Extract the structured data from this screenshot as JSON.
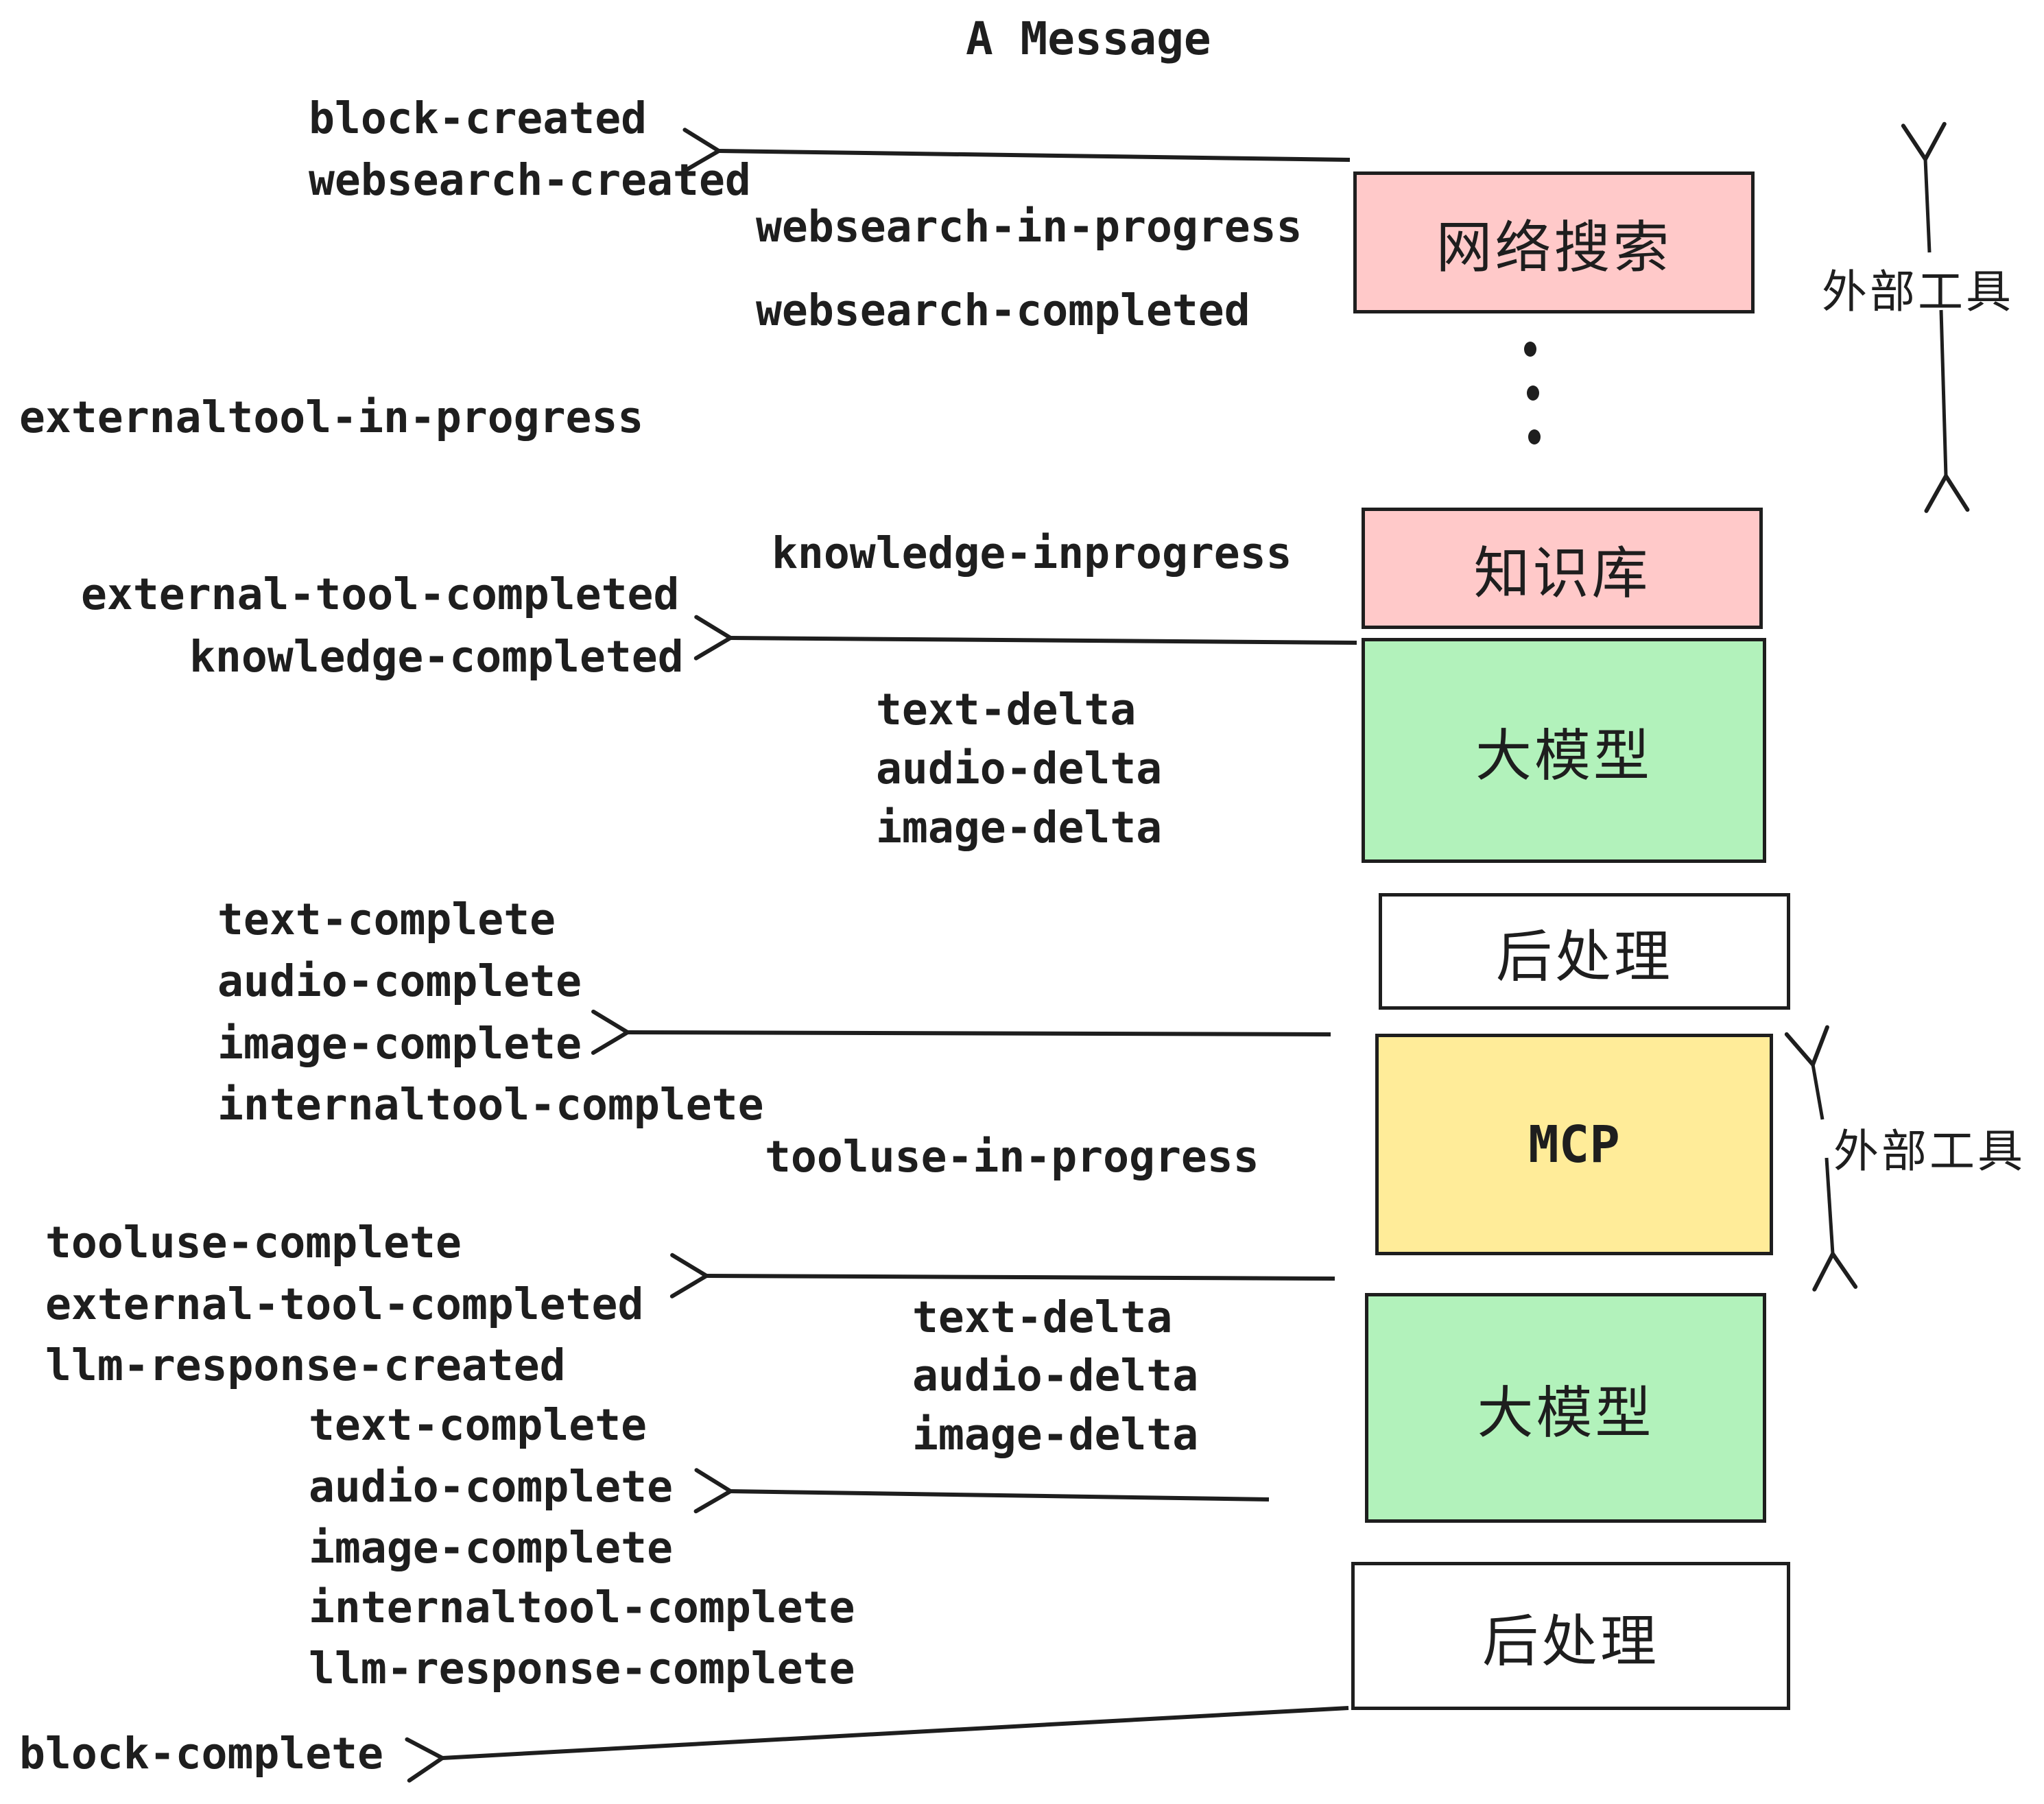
{
  "title": "A Message",
  "colors": {
    "pink": "#ffc9c9",
    "green": "#b2f2bb",
    "yellow": "#ffec99",
    "white": "#ffffff",
    "stroke": "#1e1e1e"
  },
  "boxes": {
    "websearch": "网络搜索",
    "knowledge": "知识库",
    "llm": "大模型",
    "postprocess": "后处理",
    "mcp": "MCP"
  },
  "side": {
    "external_tools": "外部工具"
  },
  "events": {
    "block_created": "block-created",
    "websearch_created": "websearch-created",
    "websearch_in_progress": "websearch-in-progress",
    "websearch_completed": "websearch-completed",
    "externaltool_in_progress": "externaltool-in-progress",
    "knowledge_inprogress": "knowledge-inprogress",
    "external_tool_completed": "external-tool-completed",
    "knowledge_completed": "knowledge-completed",
    "text_delta": "text-delta",
    "audio_delta": "audio-delta",
    "image_delta": "image-delta",
    "text_complete": "text-complete",
    "audio_complete": "audio-complete",
    "image_complete": "image-complete",
    "internaltool_complete": "internaltool-complete",
    "tooluse_in_progress": "tooluse-in-progress",
    "tooluse_complete": "tooluse-complete",
    "llm_response_created": "llm-response-created",
    "llm_response_complete": "llm-response-complete",
    "block_complete": "block-complete"
  }
}
